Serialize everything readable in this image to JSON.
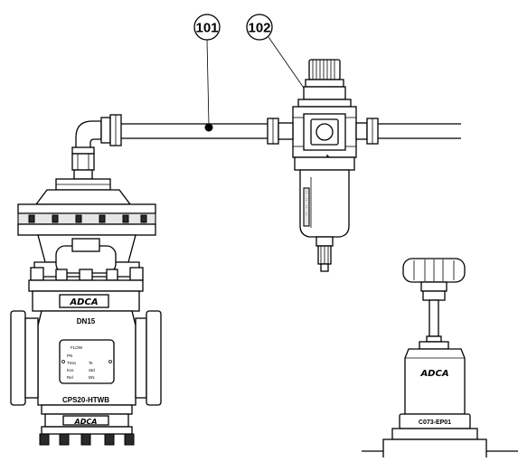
{
  "callouts": [
    {
      "number": "101",
      "target": "air supply tube"
    },
    {
      "number": "102",
      "target": "filter regulator"
    }
  ],
  "valve": {
    "brand": "ADCA",
    "size_label": "DN15",
    "model_label": "CPS20-HTWB",
    "nameplate_lines": [
      "FLOW",
      "PN",
      "Tmin",
      "Ts",
      "Kvs",
      "Std",
      "Rel",
      "DN"
    ]
  },
  "regulator": {
    "brand": "ADCA",
    "model_label": "C073-EP01"
  }
}
